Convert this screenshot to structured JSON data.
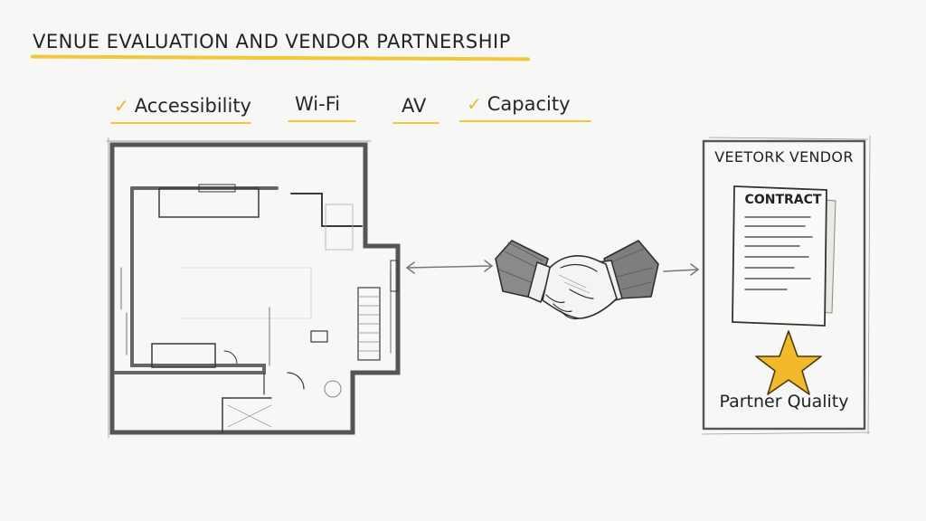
{
  "title": "VENUE EVALUATION AND VENDOR PARTNERSHIP",
  "criteria": [
    {
      "label": "Accessibility",
      "checked": true
    },
    {
      "label": "Wi-Fi",
      "checked": false
    },
    {
      "label": "AV",
      "checked": false
    },
    {
      "label": "Capacity",
      "checked": true
    }
  ],
  "check_glyph": "✓",
  "vendor": {
    "title": "VEETORK VENDOR",
    "contract_title": "CONTRACT",
    "partner_label": "Partner Quality"
  },
  "icons": [
    "floor-plan-icon",
    "handshake-icon",
    "contract-icon",
    "star-icon"
  ],
  "colors": {
    "accent": "#efc93a",
    "star": "#f2b92a",
    "ink": "#3a3a3a"
  }
}
